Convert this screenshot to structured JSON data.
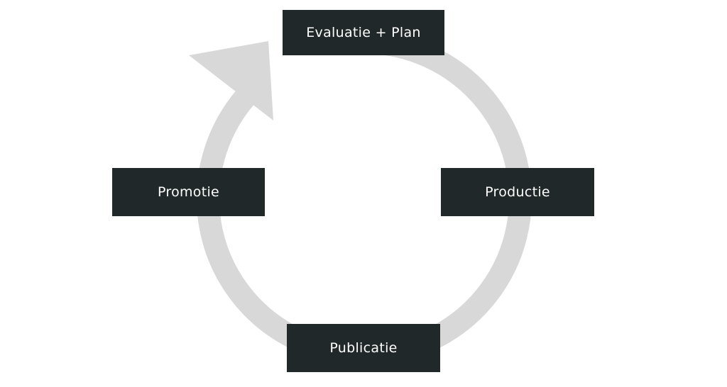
{
  "colors": {
    "ring": "#d8d8d8",
    "box": "#202829",
    "box_text": "#ffffff",
    "background": "#ffffff"
  },
  "cycle": {
    "stages": [
      {
        "label": "Evaluatie + Plan"
      },
      {
        "label": "Productie"
      },
      {
        "label": "Publicatie"
      },
      {
        "label": "Promotie"
      }
    ],
    "arrow_icon": "cycle-arrow-icon"
  }
}
